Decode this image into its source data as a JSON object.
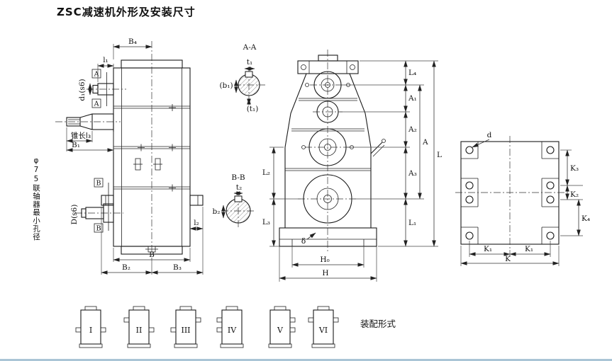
{
  "title": "ZSC减速机外形及安装尺寸",
  "side_view": {
    "dim_b4": "B₄",
    "dim_l1": "l₁",
    "dim_d1": "d₁(s6)",
    "marker_a": "A",
    "cone_label": "锥长l₃",
    "dim_b1": "B₁",
    "coupling_note": "φ75联轴器最小孔径",
    "marker_b": "B",
    "dim_shaft_d": "D(s6)",
    "dim_l2": "l₂",
    "dim_b": "B",
    "dim_b2": "B₂",
    "dim_b3": "B₃"
  },
  "section_aa": {
    "label": "A-A",
    "dim_t1": "t₁",
    "dim_b1": "(b₁)",
    "dim_t1_ref": "(t₁)"
  },
  "section_bb": {
    "label": "B-B",
    "dim_t2": "t₂",
    "dim_b2": "b₂"
  },
  "front_view": {
    "dim_l4": "L₄",
    "dim_a1": "A₁",
    "dim_a2": "A₂",
    "dim_a3": "A₃",
    "dim_a": "A",
    "dim_l": "L",
    "dim_l1": "L₁",
    "dim_l2": "L₂",
    "dim_l3": "L₃",
    "dim_delta": "δ",
    "dim_h0": "H₀",
    "dim_h": "H"
  },
  "plate_view": {
    "dim_d": "d",
    "dim_k3": "K₃",
    "dim_k2": "K₂",
    "dim_k4": "K₄",
    "dim_k1_left": "K₁",
    "dim_k1_right": "K₁",
    "dim_k": "K"
  },
  "assembly": {
    "caption": "装配形式",
    "variants": [
      "I",
      "II",
      "III",
      "IV",
      "V",
      "VI"
    ]
  }
}
